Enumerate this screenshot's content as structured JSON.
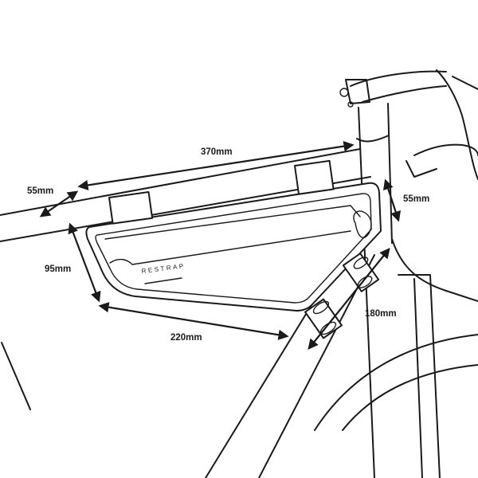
{
  "brand": "RESTRAP",
  "dimensions": {
    "top_length": "370mm",
    "top_width": "55mm",
    "height": "95mm",
    "bottom_length": "220mm",
    "side_width": "55mm",
    "down_tube_length": "180mm"
  }
}
